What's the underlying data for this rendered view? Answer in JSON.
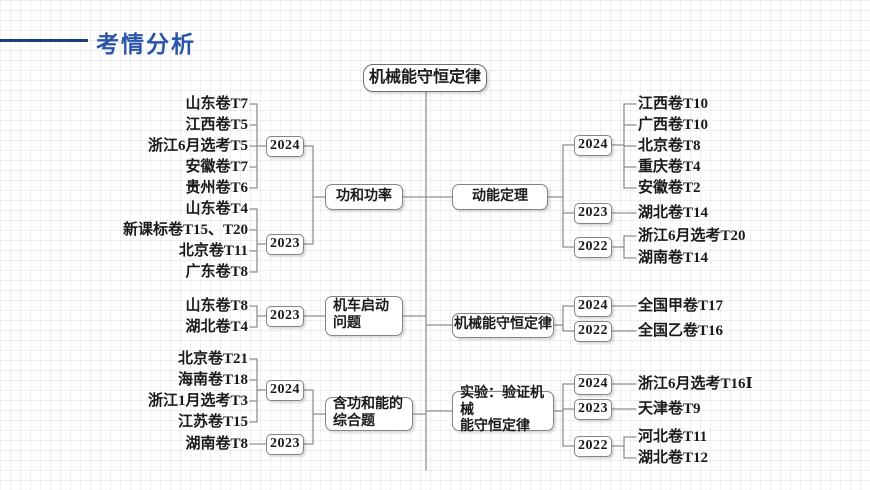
{
  "header": {
    "title": "考情分析"
  },
  "root": {
    "label": "机械能守恒定律"
  },
  "left_branches": [
    {
      "topic": "功和功率",
      "years": [
        {
          "year": "2024",
          "items": [
            "山东卷T7",
            "江西卷T5",
            "浙江6月选考T5",
            "安徽卷T7",
            "贵州卷T6"
          ]
        },
        {
          "year": "2023",
          "items": [
            "山东卷T4",
            "新课标卷T15、T20",
            "北京卷T11",
            "广东卷T8"
          ]
        }
      ]
    },
    {
      "topic": "机车启动\n问题",
      "years": [
        {
          "year": "2023",
          "items": [
            "山东卷T8",
            "湖北卷T4"
          ]
        }
      ]
    },
    {
      "topic": "含功和能的\n综合题",
      "years": [
        {
          "year": "2024",
          "items": [
            "北京卷T21",
            "海南卷T18",
            "浙江1月选考T3",
            "江苏卷T15"
          ]
        },
        {
          "year": "2023",
          "items": [
            "湖南卷T8"
          ]
        }
      ]
    }
  ],
  "right_branches": [
    {
      "topic": "动能定理",
      "years": [
        {
          "year": "2024",
          "items": [
            "江西卷T10",
            "广西卷T10",
            "北京卷T8",
            "重庆卷T4",
            "安徽卷T2"
          ]
        },
        {
          "year": "2023",
          "items": [
            "湖北卷T14"
          ]
        },
        {
          "year": "2022",
          "items": [
            "浙江6月选考T20",
            "湖南卷T14"
          ]
        }
      ]
    },
    {
      "topic": "机械能守恒定律",
      "years": [
        {
          "year": "2024",
          "items": [
            "全国甲卷T17"
          ]
        },
        {
          "year": "2022",
          "items": [
            "全国乙卷T16"
          ]
        }
      ]
    },
    {
      "topic": "实验：验证机械\n能守恒定律",
      "years": [
        {
          "year": "2024",
          "items": [
            "浙江6月选考T16Ⅰ"
          ]
        },
        {
          "year": "2023",
          "items": [
            "天津卷T9"
          ]
        },
        {
          "year": "2022",
          "items": [
            "河北卷T11",
            "湖北卷T12"
          ]
        }
      ]
    }
  ],
  "colors": {
    "accent_title": "#2b55a8",
    "header_rule": "#1c3d7c",
    "connector": "#8f8f8f",
    "node_border": "#858585",
    "text": "#1a1a1a"
  }
}
